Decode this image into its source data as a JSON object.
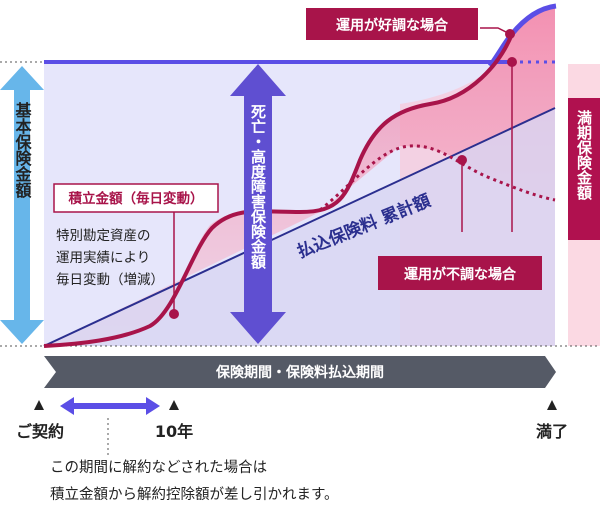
{
  "labels": {
    "basic_insurance_amount": "基本保険金額",
    "death_disability_amount": "死亡・高度障害保険金額",
    "maturity_amount": "満期保険金額",
    "cumulative_premiums": "払込保険料 累計額",
    "good_performance": "運用が好調な場合",
    "poor_performance": "運用が不調な場合",
    "accumulated_amount_title": "積立金額（毎日変動）",
    "accumulated_amount_desc_1": "特別勘定資産の",
    "accumulated_amount_desc_2": "運用実績により",
    "accumulated_amount_desc_3": "毎日変動（増減）",
    "period_bar": "保険期間・保険料払込期間",
    "tick_contract": "ご契約",
    "tick_10y": "10年",
    "tick_maturity": "満了"
  },
  "caption": {
    "line1": "この期間に解約などされた場合は",
    "line2": "積立金額から解約控除額が差し引かれます。"
  },
  "colors": {
    "basic_arrow": "#67b6ea",
    "death_arrow": "#5f4fd1",
    "guarantee_line": "#5b4ee6",
    "accumulated_line": "#a8144a",
    "premium_line": "#2b2f8f",
    "maturity_band": "#b0114f",
    "period_bar": "#555a66",
    "range_arrow": "#5b4ee6"
  }
}
